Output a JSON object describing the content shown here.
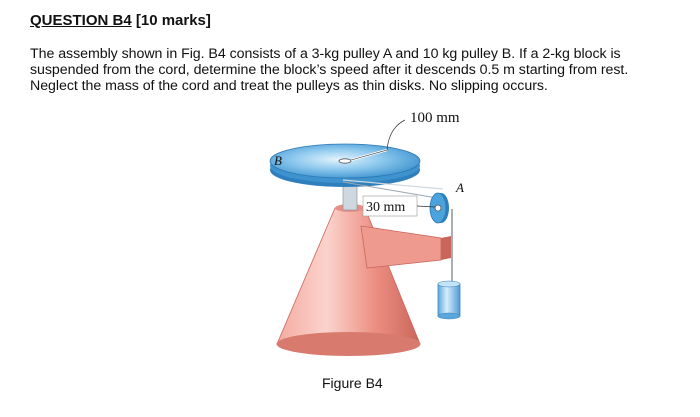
{
  "question": {
    "title_underlined": "QUESTION B4",
    "title_rest": " [10 marks]",
    "lines": [
      "The assembly shown in Fig. B4 consists of a 3-kg pulley A and 10 kg pulley B. If a 2-kg block is",
      "suspended from the cord, determine the block’s speed after it descends 0.5 m starting from rest.",
      "Neglect the mass of the cord and treat the pulleys as thin disks. No slipping occurs."
    ]
  },
  "figure": {
    "label_radius_b": "100 mm",
    "label_radius_a": "30 mm",
    "label_pulley_b": "B",
    "label_pulley_a": "A",
    "caption": "Figure B4",
    "colors": {
      "disk_blue": "#4aa3dd",
      "disk_light": "#cfe9f8",
      "stand_salmon": "#ec8c80",
      "stand_dark": "#c9665b",
      "stand_light": "#fbd3cc",
      "block_blue": "#8fc6ea"
    }
  }
}
